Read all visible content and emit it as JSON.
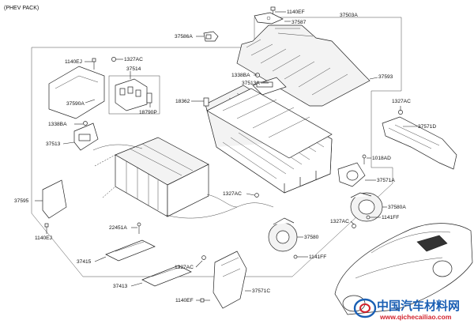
{
  "header": {
    "pack_label": "(PHEV PACK)"
  },
  "callouts": [
    {
      "id": "1140ef_top",
      "text": "1140EF"
    },
    {
      "id": "37503a",
      "text": "37503A"
    },
    {
      "id": "37587",
      "text": "37587"
    },
    {
      "id": "37586a",
      "text": "37586A"
    },
    {
      "id": "1140ej_left",
      "text": "1140EJ"
    },
    {
      "id": "1327ac_top",
      "text": "1327AC"
    },
    {
      "id": "37514",
      "text": "37514"
    },
    {
      "id": "37590a",
      "text": "37590A"
    },
    {
      "id": "18790p",
      "text": "18790P"
    },
    {
      "id": "1338ba_upper",
      "text": "1338BA"
    },
    {
      "id": "37513a",
      "text": "37513A"
    },
    {
      "id": "37593",
      "text": "37593"
    },
    {
      "id": "18362",
      "text": "18362"
    },
    {
      "id": "1327ac_right",
      "text": "1327AC"
    },
    {
      "id": "37571d",
      "text": "37571D"
    },
    {
      "id": "1338ba_left",
      "text": "1338BA"
    },
    {
      "id": "37513",
      "text": "37513"
    },
    {
      "id": "1018ad",
      "text": "1018AD"
    },
    {
      "id": "37571a",
      "text": "37571A"
    },
    {
      "id": "1327ac_mid",
      "text": "1327AC"
    },
    {
      "id": "37595",
      "text": "37595"
    },
    {
      "id": "37580a",
      "text": "37580A"
    },
    {
      "id": "1141ff_right",
      "text": "1141FF"
    },
    {
      "id": "1327ac_low",
      "text": "1327AC"
    },
    {
      "id": "1140ej_bottom",
      "text": "1140EJ"
    },
    {
      "id": "22451a",
      "text": "22451A"
    },
    {
      "id": "37580",
      "text": "37580"
    },
    {
      "id": "1141ff_mid",
      "text": "1141FF"
    },
    {
      "id": "37415",
      "text": "37415"
    },
    {
      "id": "1327ac_bottom",
      "text": "1327AC"
    },
    {
      "id": "37413",
      "text": "37413"
    },
    {
      "id": "37571c",
      "text": "37571C"
    },
    {
      "id": "1140ef_bottom",
      "text": "1140EF"
    }
  ],
  "watermark": {
    "site_name": "中国汽车材料网",
    "url": "www.qichecailiao.com"
  },
  "colors": {
    "line": "#222222",
    "watermark_blue": "#1a5fb4",
    "watermark_red": "#d2222d"
  }
}
